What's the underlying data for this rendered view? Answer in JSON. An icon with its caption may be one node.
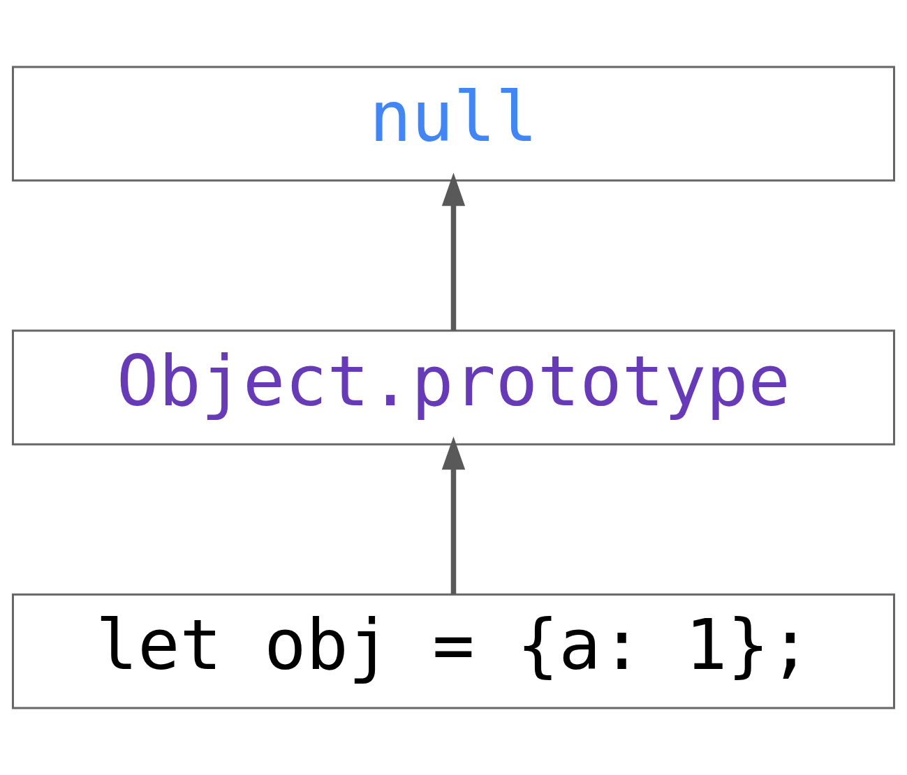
{
  "diagram": {
    "nodes": [
      {
        "text": [
          "null"
        ]
      },
      {
        "text": [
          "Object.prototype"
        ]
      },
      {
        "text": [
          "let obj = {a: 1};"
        ]
      }
    ],
    "edges": [
      {
        "from": 2,
        "to": 1,
        "arrow": "to"
      },
      {
        "from": 1,
        "to": 0,
        "arrow": "to"
      }
    ]
  }
}
